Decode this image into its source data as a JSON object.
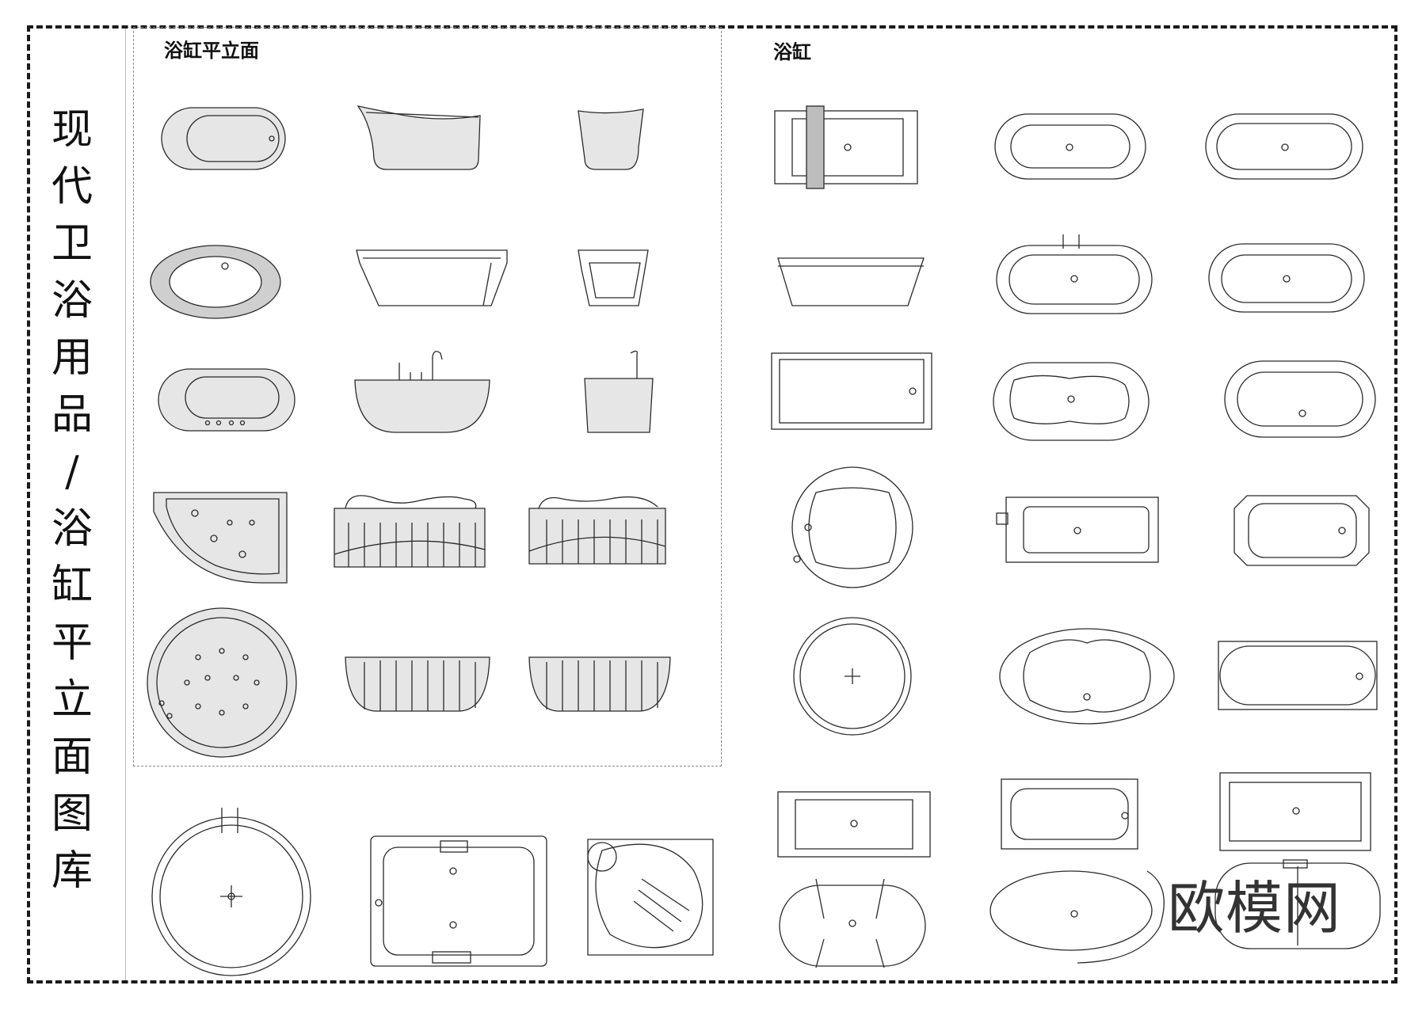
{
  "left_title": [
    "现",
    "代",
    "卫",
    "浴",
    "用",
    "品",
    "/",
    "浴",
    "缸",
    "平",
    "立",
    "面",
    "图",
    "库"
  ],
  "section_elevation_title": "浴缸平立面",
  "section_plan_title": "浴缸",
  "watermark_logo": "欧模网",
  "colors": {
    "line": "#2a2a2a",
    "fill_grey": "#e6e6e6",
    "frame": "#1a1a1a"
  }
}
